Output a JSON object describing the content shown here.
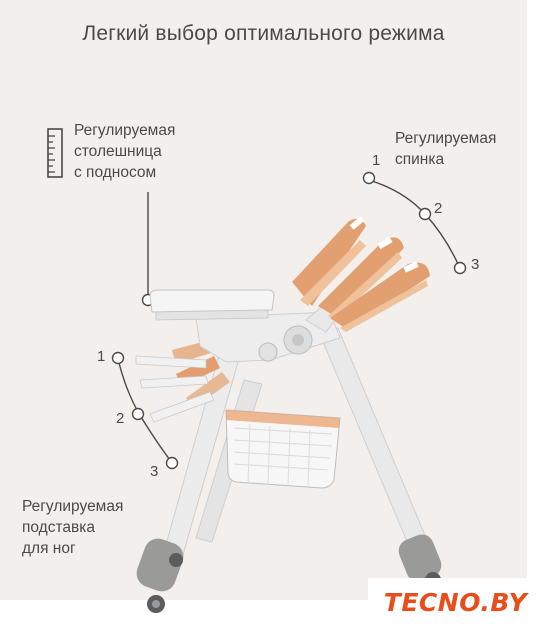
{
  "title": "Легкий выбор оптимального режима",
  "tray": {
    "icon": "ruler-icon",
    "lines": [
      "Регулируемая",
      "столешница",
      "с подносом"
    ]
  },
  "backrest": {
    "lines": [
      "Регулируемая",
      "спинка"
    ],
    "positions": [
      "1",
      "2",
      "3"
    ]
  },
  "footrest": {
    "lines": [
      "Регулируемая",
      "подставка",
      "для ног"
    ],
    "positions": [
      "1",
      "2",
      "3"
    ]
  },
  "brand": {
    "text": "TECNO.BY"
  },
  "colors": {
    "background": "#f3efed",
    "text": "#4a4a4a",
    "frame": "#e7e7e7",
    "seat": "#e2a070",
    "brand": "#e84d1c"
  }
}
